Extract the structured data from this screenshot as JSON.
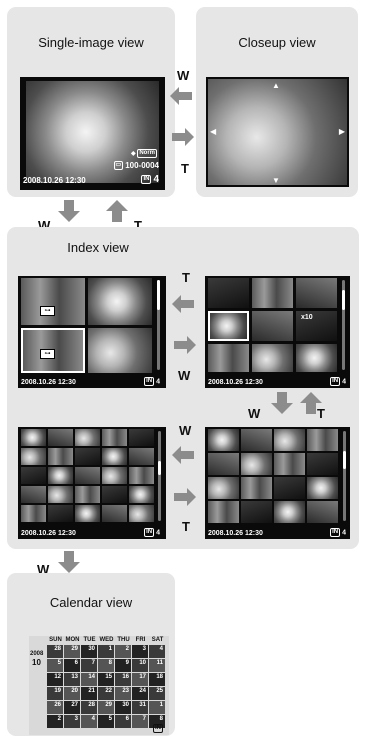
{
  "panels": {
    "single": {
      "title": "Single-image view"
    },
    "closeup": {
      "title": "Closeup view"
    },
    "index": {
      "title": "Index view"
    },
    "calendar": {
      "title": "Calendar view"
    }
  },
  "osd": {
    "datetime": "2008.10.26  12:30",
    "file_number": "100-0004",
    "count": "4",
    "in_label": "IN",
    "small_count": "4",
    "protect_label": "x10",
    "norm_label": "Norm",
    "cam_label": "SN"
  },
  "arrows": {
    "w": "W",
    "t": "T"
  },
  "calendar": {
    "year": "2008",
    "month": "10",
    "days_header": [
      "SUN",
      "MON",
      "TUE",
      "WED",
      "THU",
      "FRI",
      "SAT"
    ],
    "weeks": [
      [
        "28",
        "29",
        "30",
        "1",
        "2",
        "3",
        "4"
      ],
      [
        "5",
        "6",
        "7",
        "8",
        "9",
        "10",
        "11"
      ],
      [
        "12",
        "13",
        "14",
        "15",
        "16",
        "17",
        "18"
      ],
      [
        "19",
        "20",
        "21",
        "22",
        "23",
        "24",
        "25"
      ],
      [
        "26",
        "27",
        "28",
        "29",
        "30",
        "31",
        "1"
      ],
      [
        "2",
        "3",
        "4",
        "5",
        "6",
        "7",
        "8"
      ]
    ],
    "in_label": "IN"
  }
}
